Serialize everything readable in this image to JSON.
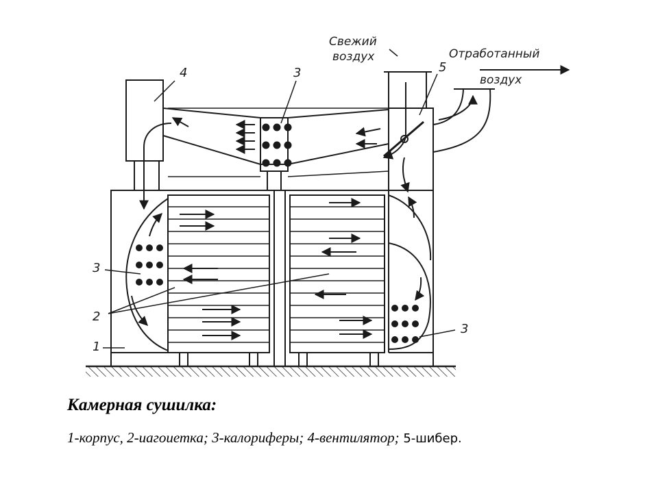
{
  "labels": {
    "fan_number": "4",
    "heater_top_number": "3",
    "damper_number": "5",
    "heater_left_number": "3",
    "trolley_number": "2",
    "body_number": "1",
    "heater_right_number": "3",
    "fresh_air_line1": "Свежий",
    "fresh_air_line2": "воздух",
    "exhaust_air_line1": "Отработанный",
    "exhaust_air_line2": "воздух"
  },
  "caption": {
    "title": "Камерная сушилка:",
    "legend_main": "1-корпус, 2-иагоиетка; 3-калориферы; 4-вентилятор;",
    "legend_tail": " 5-шибер."
  },
  "colors": {
    "ink": "#1a1a1a",
    "background": "#ffffff"
  }
}
